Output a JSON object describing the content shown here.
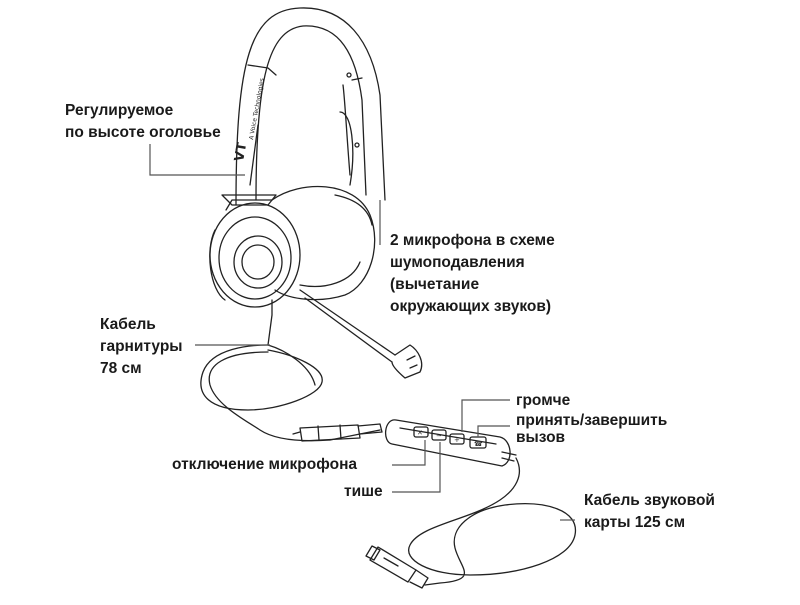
{
  "headset_logo": "VT",
  "headset_brand_text": "A Voice Technologies",
  "labels": {
    "headband": [
      "Регулируемое",
      "по высоте оголовье"
    ],
    "microphones": [
      "2 микрофона в схеме",
      "шумоподавления",
      "(вычетание",
      "окружающих звуков)"
    ],
    "headset_cable": [
      "Кабель",
      "гарнитуры",
      "78 см"
    ],
    "volume_up": "громче",
    "answer_end": [
      "принять/завершить",
      "вызов"
    ],
    "mute": "отключение микрофона",
    "volume_down": "тише",
    "soundcard_cable": [
      "Кабель звуковой",
      "карты 125 см"
    ]
  },
  "controller_buttons": [
    "mute",
    "−",
    "+",
    "call"
  ]
}
